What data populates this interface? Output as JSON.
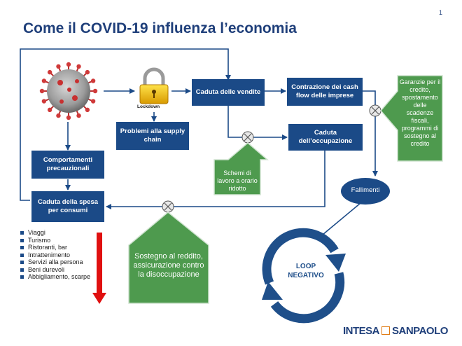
{
  "title": "Come il COVID-19 influenza l’economia",
  "page_number": "1",
  "lock_label": "Lockdown",
  "boxes": {
    "caduta_vendite": "Caduta delle vendite",
    "contrazione_cash_flow": "Contrazione dei cash flow delle imprese",
    "problemi_supply": "Problemi alla supply chain",
    "caduta_occupazione": "Caduta dell’occupazione",
    "comportamenti": "Comportamenti precauzionali",
    "caduta_spesa": "Caduta della spesa per consumi",
    "fallimenti": "Fallimenti"
  },
  "policies": {
    "garanzie": "Garanzie per il credito, spostamento delle scadenze fiscali, programmi di sostegno al credito",
    "schemi": "Schemi di lavoro a orario ridotto",
    "sostegno": "Sostegno al reddito, assicurazione contro la disoccupazione"
  },
  "loop_label": "LOOP NEGATIVO",
  "consumption_items": [
    "Viaggi",
    "Turismo",
    "Ristoranti, bar",
    "Intrattenimento",
    "Servizi alla persona",
    "Beni durevoli",
    "Abbigliamento, scarpe"
  ],
  "brand": {
    "left": "INTESA",
    "right": "SANPAOLO"
  },
  "colors": {
    "navy": "#1b4a87",
    "green": "#4e9a4e",
    "red": "#e01010",
    "loop": "#1f4f8a"
  }
}
